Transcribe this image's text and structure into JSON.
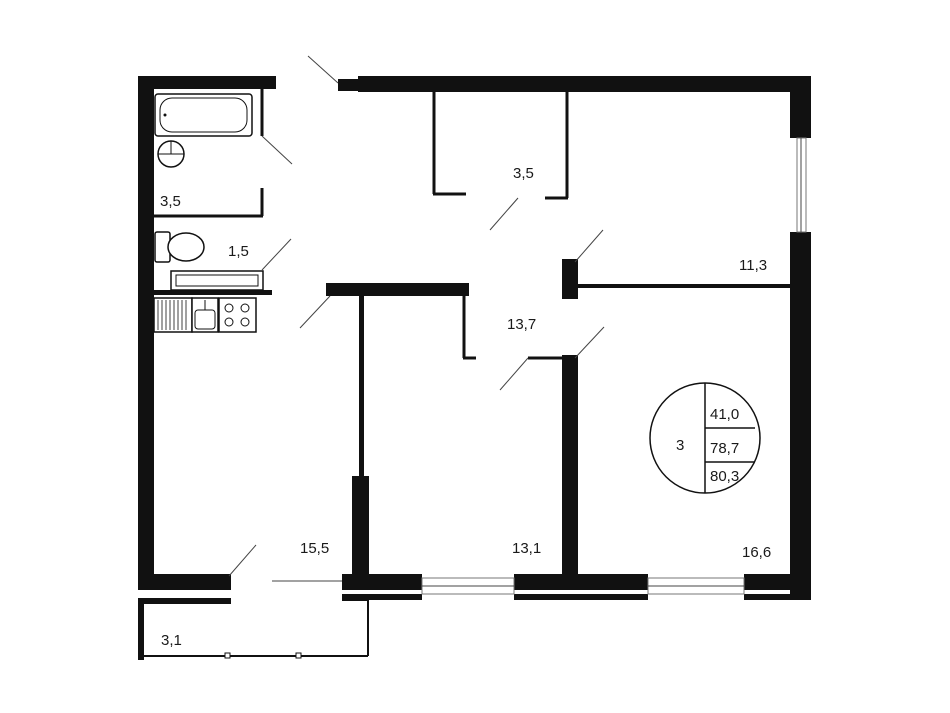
{
  "rooms": [
    {
      "id": "bathroom",
      "area": "3,5"
    },
    {
      "id": "toilet",
      "area": "1,5"
    },
    {
      "id": "closet",
      "area": "3,5"
    },
    {
      "id": "room-top-right",
      "area": "11,3"
    },
    {
      "id": "hall",
      "area": "13,7"
    },
    {
      "id": "room-left",
      "area": "15,5"
    },
    {
      "id": "room-middle",
      "area": "13,1"
    },
    {
      "id": "room-right",
      "area": "16,6"
    },
    {
      "id": "balcony",
      "area": "3,1"
    }
  ],
  "summary": {
    "rooms_count": "3",
    "living_area": "41,0",
    "total_area": "78,7",
    "total_area_with_balcony": "80,3"
  }
}
